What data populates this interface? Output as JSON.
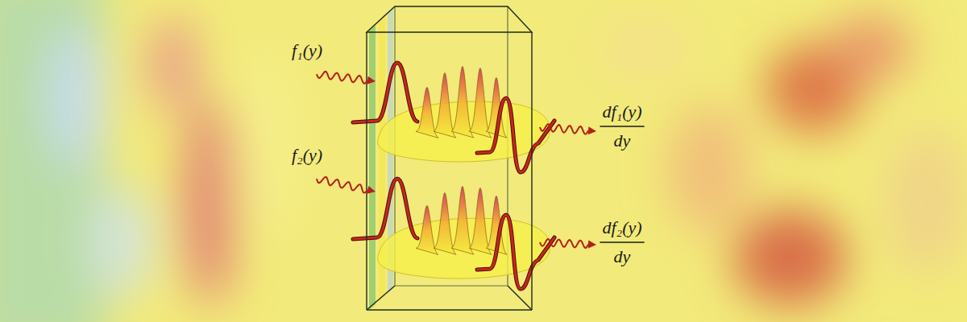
{
  "diagram": {
    "labels": [
      "f₁(y)",
      "df₁(y)",
      "dy",
      "f₂(y)",
      "df₂(y)",
      "dy"
    ]
  }
}
